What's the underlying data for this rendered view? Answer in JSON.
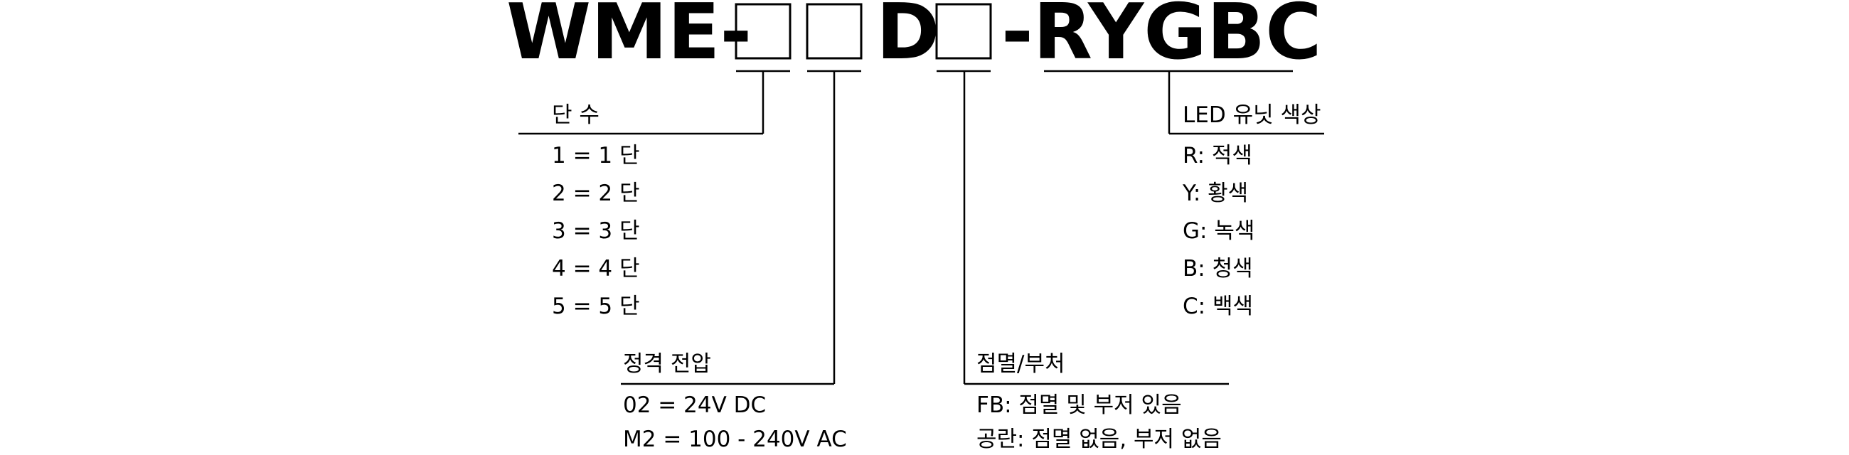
{
  "model": {
    "part1": "WME-",
    "part2": "D",
    "part3": "-RYGBC",
    "placeholder_count": 3
  },
  "stages": {
    "title": "단 수",
    "options": [
      "1 = 1 단",
      "2 = 2 단",
      "3 = 3 단",
      "4 = 4 단",
      "5 = 5 단"
    ]
  },
  "voltage": {
    "title": "정격 전압",
    "options": [
      "02 = 24V DC",
      "M2 = 100 - 240V AC"
    ]
  },
  "buzzer": {
    "title": "점멸/부처",
    "options": [
      "FB: 점멸 및 부저 있음",
      "공란: 점멸 없음, 부저 없음"
    ]
  },
  "led": {
    "title": "LED 유닛 색상",
    "options": [
      "R: 적색",
      "Y: 황색",
      "G: 녹색",
      "B: 청색",
      "C: 백색"
    ]
  },
  "colors": {
    "ink": "#000000",
    "background": "#ffffff"
  }
}
